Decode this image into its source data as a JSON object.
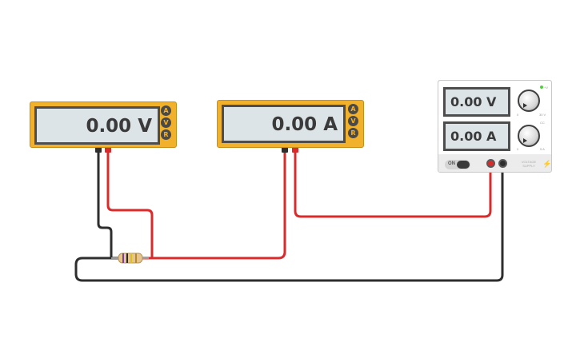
{
  "voltmeter": {
    "reading": "0.00 V",
    "modes": [
      "A",
      "V",
      "R"
    ]
  },
  "ammeter": {
    "reading": "0.00 A",
    "modes": [
      "A",
      "V",
      "R"
    ]
  },
  "power_supply": {
    "voltage_reading": "0.00 V",
    "current_reading": "0.00 A",
    "switch_label": "ON",
    "brand_text": "VOLTAGE SUPPLY",
    "voltage_knob_min": "0",
    "voltage_knob_max": "30 V",
    "current_knob_min": "0",
    "current_knob_max": "5 A",
    "led_label": "+V",
    "cc_label": "CC",
    "led_color": "#4cd137"
  },
  "colors": {
    "meter_body": "#f2b12a",
    "wire_red": "#d92b2b",
    "wire_black": "#2e2e2e",
    "lcd_bg": "#dde4e8"
  }
}
